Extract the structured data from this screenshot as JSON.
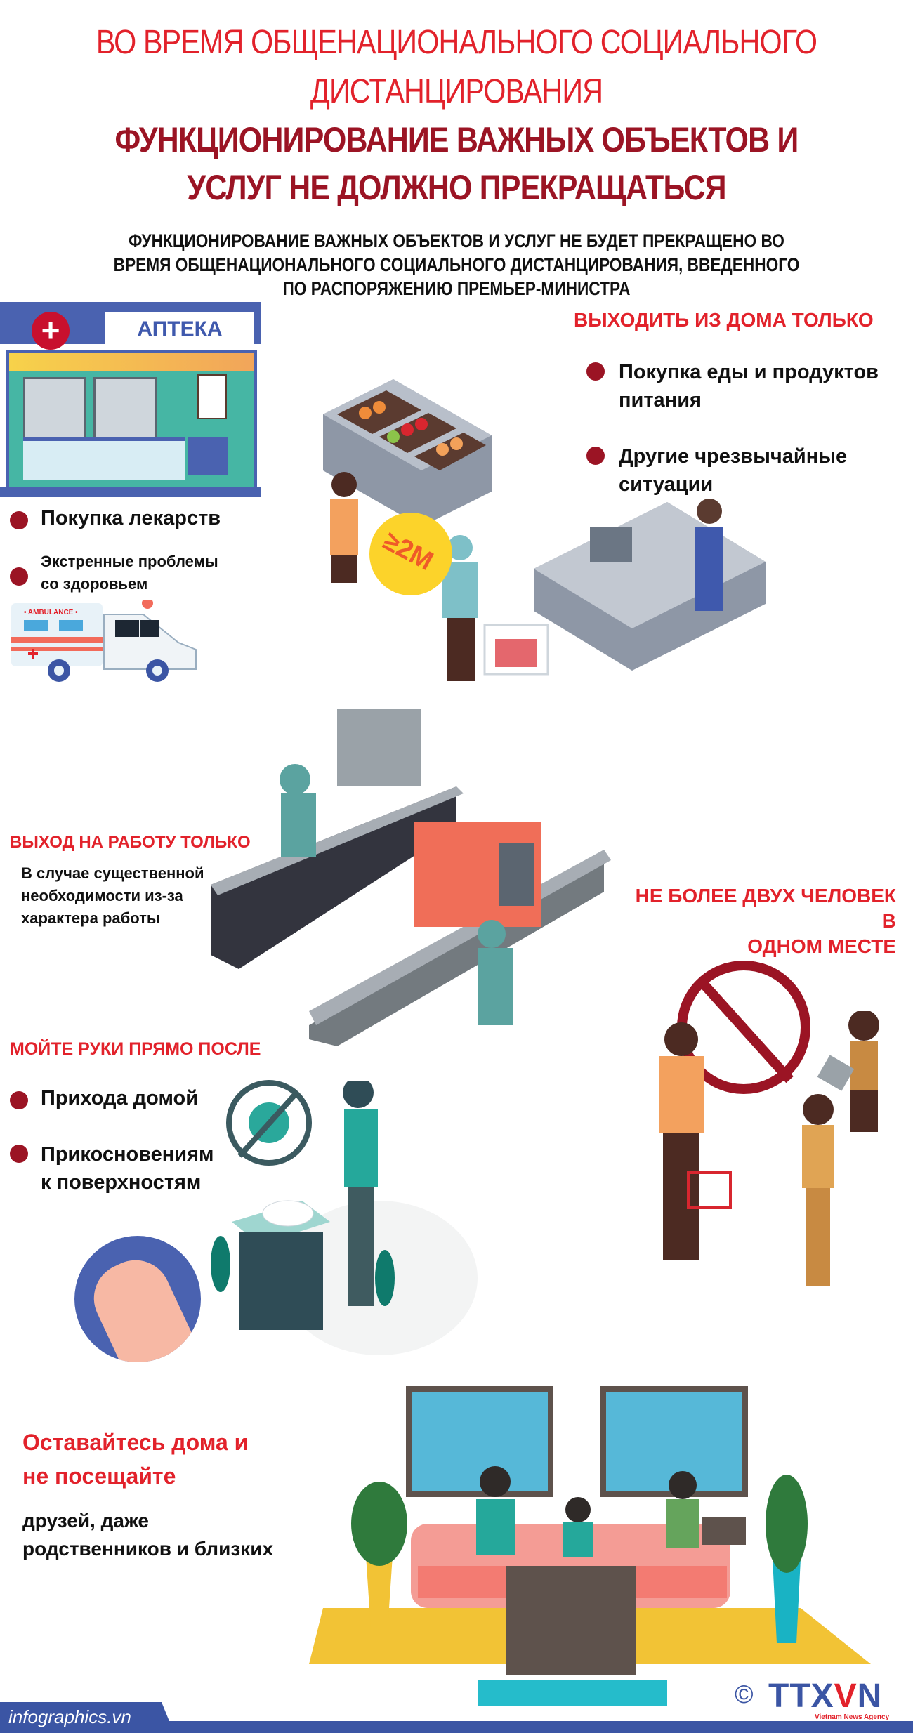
{
  "header": {
    "line1": "ВО ВРЕМЯ ОБЩЕНАЦИОНАЛЬНОГО СОЦИАЛЬНОГО",
    "line2": "ДИСТАНЦИРОВАНИЯ",
    "title1": "ФУНКЦИОНИРОВАНИЕ ВАЖНЫХ ОБЪЕКТОВ И",
    "title2": "УСЛУГ НЕ ДОЛЖНО ПРЕКРАЩАТЬСЯ",
    "sub1": "ФУНКЦИОНИРОВАНИЕ ВАЖНЫХ ОБЪЕКТОВ И УСЛУГ НЕ БУДЕТ ПРЕКРАЩЕНО ВО",
    "sub2": "ВРЕМЯ ОБЩЕНАЦИОНАЛЬНОГО СОЦИАЛЬНОГО ДИСТАНЦИРОВАНИЯ, ВВЕДЕННОГО",
    "sub3": "ПО РАСПОРЯЖЕНИЮ ПРЕМЬЕР-МИНИСТРА"
  },
  "pharmacy": {
    "sign": "АПТЕКА",
    "cross": "+",
    "items": [
      {
        "label": "Покупка лекарств"
      },
      {
        "line1": "Экстренные проблемы",
        "line2": "со здоровьем"
      }
    ],
    "ambulance_label": "• AMBULANCE •"
  },
  "leave_home": {
    "heading": "ВЫХОДИТЬ ИЗ ДОМА ТОЛЬКО",
    "items": [
      {
        "line1": "Покупка еды и продуктов",
        "line2": "питания"
      },
      {
        "line1": "Другие чрезвычайные",
        "line2": "ситуации"
      }
    ],
    "distance": "≥2M"
  },
  "work": {
    "heading": "ВЫХОД НА РАБОТУ ТОЛЬКО",
    "line1": "В случае существенной",
    "line2": "необходимости из-за",
    "line3": "характера работы"
  },
  "gathering": {
    "line1": "НЕ БОЛЕЕ ДВУХ ЧЕЛОВЕК В",
    "line2": "ОДНОМ МЕСТЕ"
  },
  "wash": {
    "heading": "МОЙТЕ РУКИ ПРЯМО ПОСЛЕ",
    "items": [
      {
        "line1": "Прихода домой"
      },
      {
        "line1": "Прикосновениям",
        "line2": "к поверхностям"
      }
    ]
  },
  "stay_home": {
    "heading1": "Оставайтесь дома и",
    "heading2": "не посещайте",
    "line1": "друзей, даже",
    "line2": "родственников и близких"
  },
  "footer": {
    "site": "infographics.vn",
    "copyright": "©",
    "logo_a": "TTX",
    "logo_v": "V",
    "logo_b": "N",
    "agency": "Vietnam News Agency"
  },
  "colors": {
    "red": "#e2222b",
    "dark_red": "#9b1424",
    "blue": "#3b55a4",
    "yellow": "#fcd32a"
  }
}
